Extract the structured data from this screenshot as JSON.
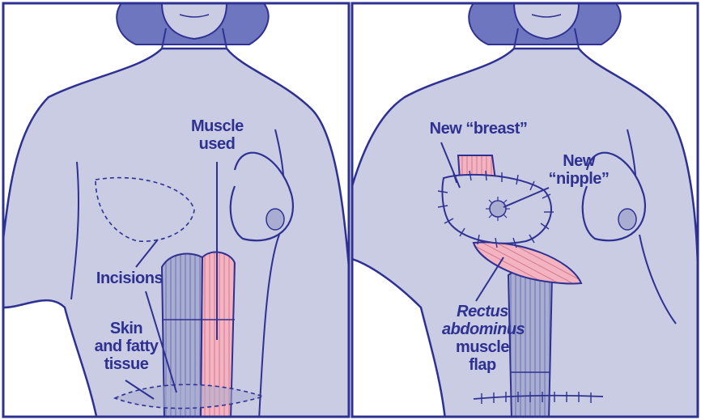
{
  "colors": {
    "body_fill": "#c9cce3",
    "outline": "#2e3192",
    "hair": "#6f76c0",
    "muscle_pink": "#f4b3c1",
    "muscle_blue": "#a9add2",
    "background": "#ffffff"
  },
  "left_panel": {
    "labels": {
      "muscle_used": [
        "Muscle",
        "used"
      ],
      "incisions": "Incisions",
      "skin_fatty": [
        "Skin",
        "and fatty",
        "tissue"
      ]
    }
  },
  "right_panel": {
    "labels": {
      "new_breast": "New “breast”",
      "new_nipple": [
        "New",
        "“nipple”"
      ],
      "flap": [
        "Rectus",
        "abdominus",
        "muscle",
        "flap"
      ]
    }
  }
}
